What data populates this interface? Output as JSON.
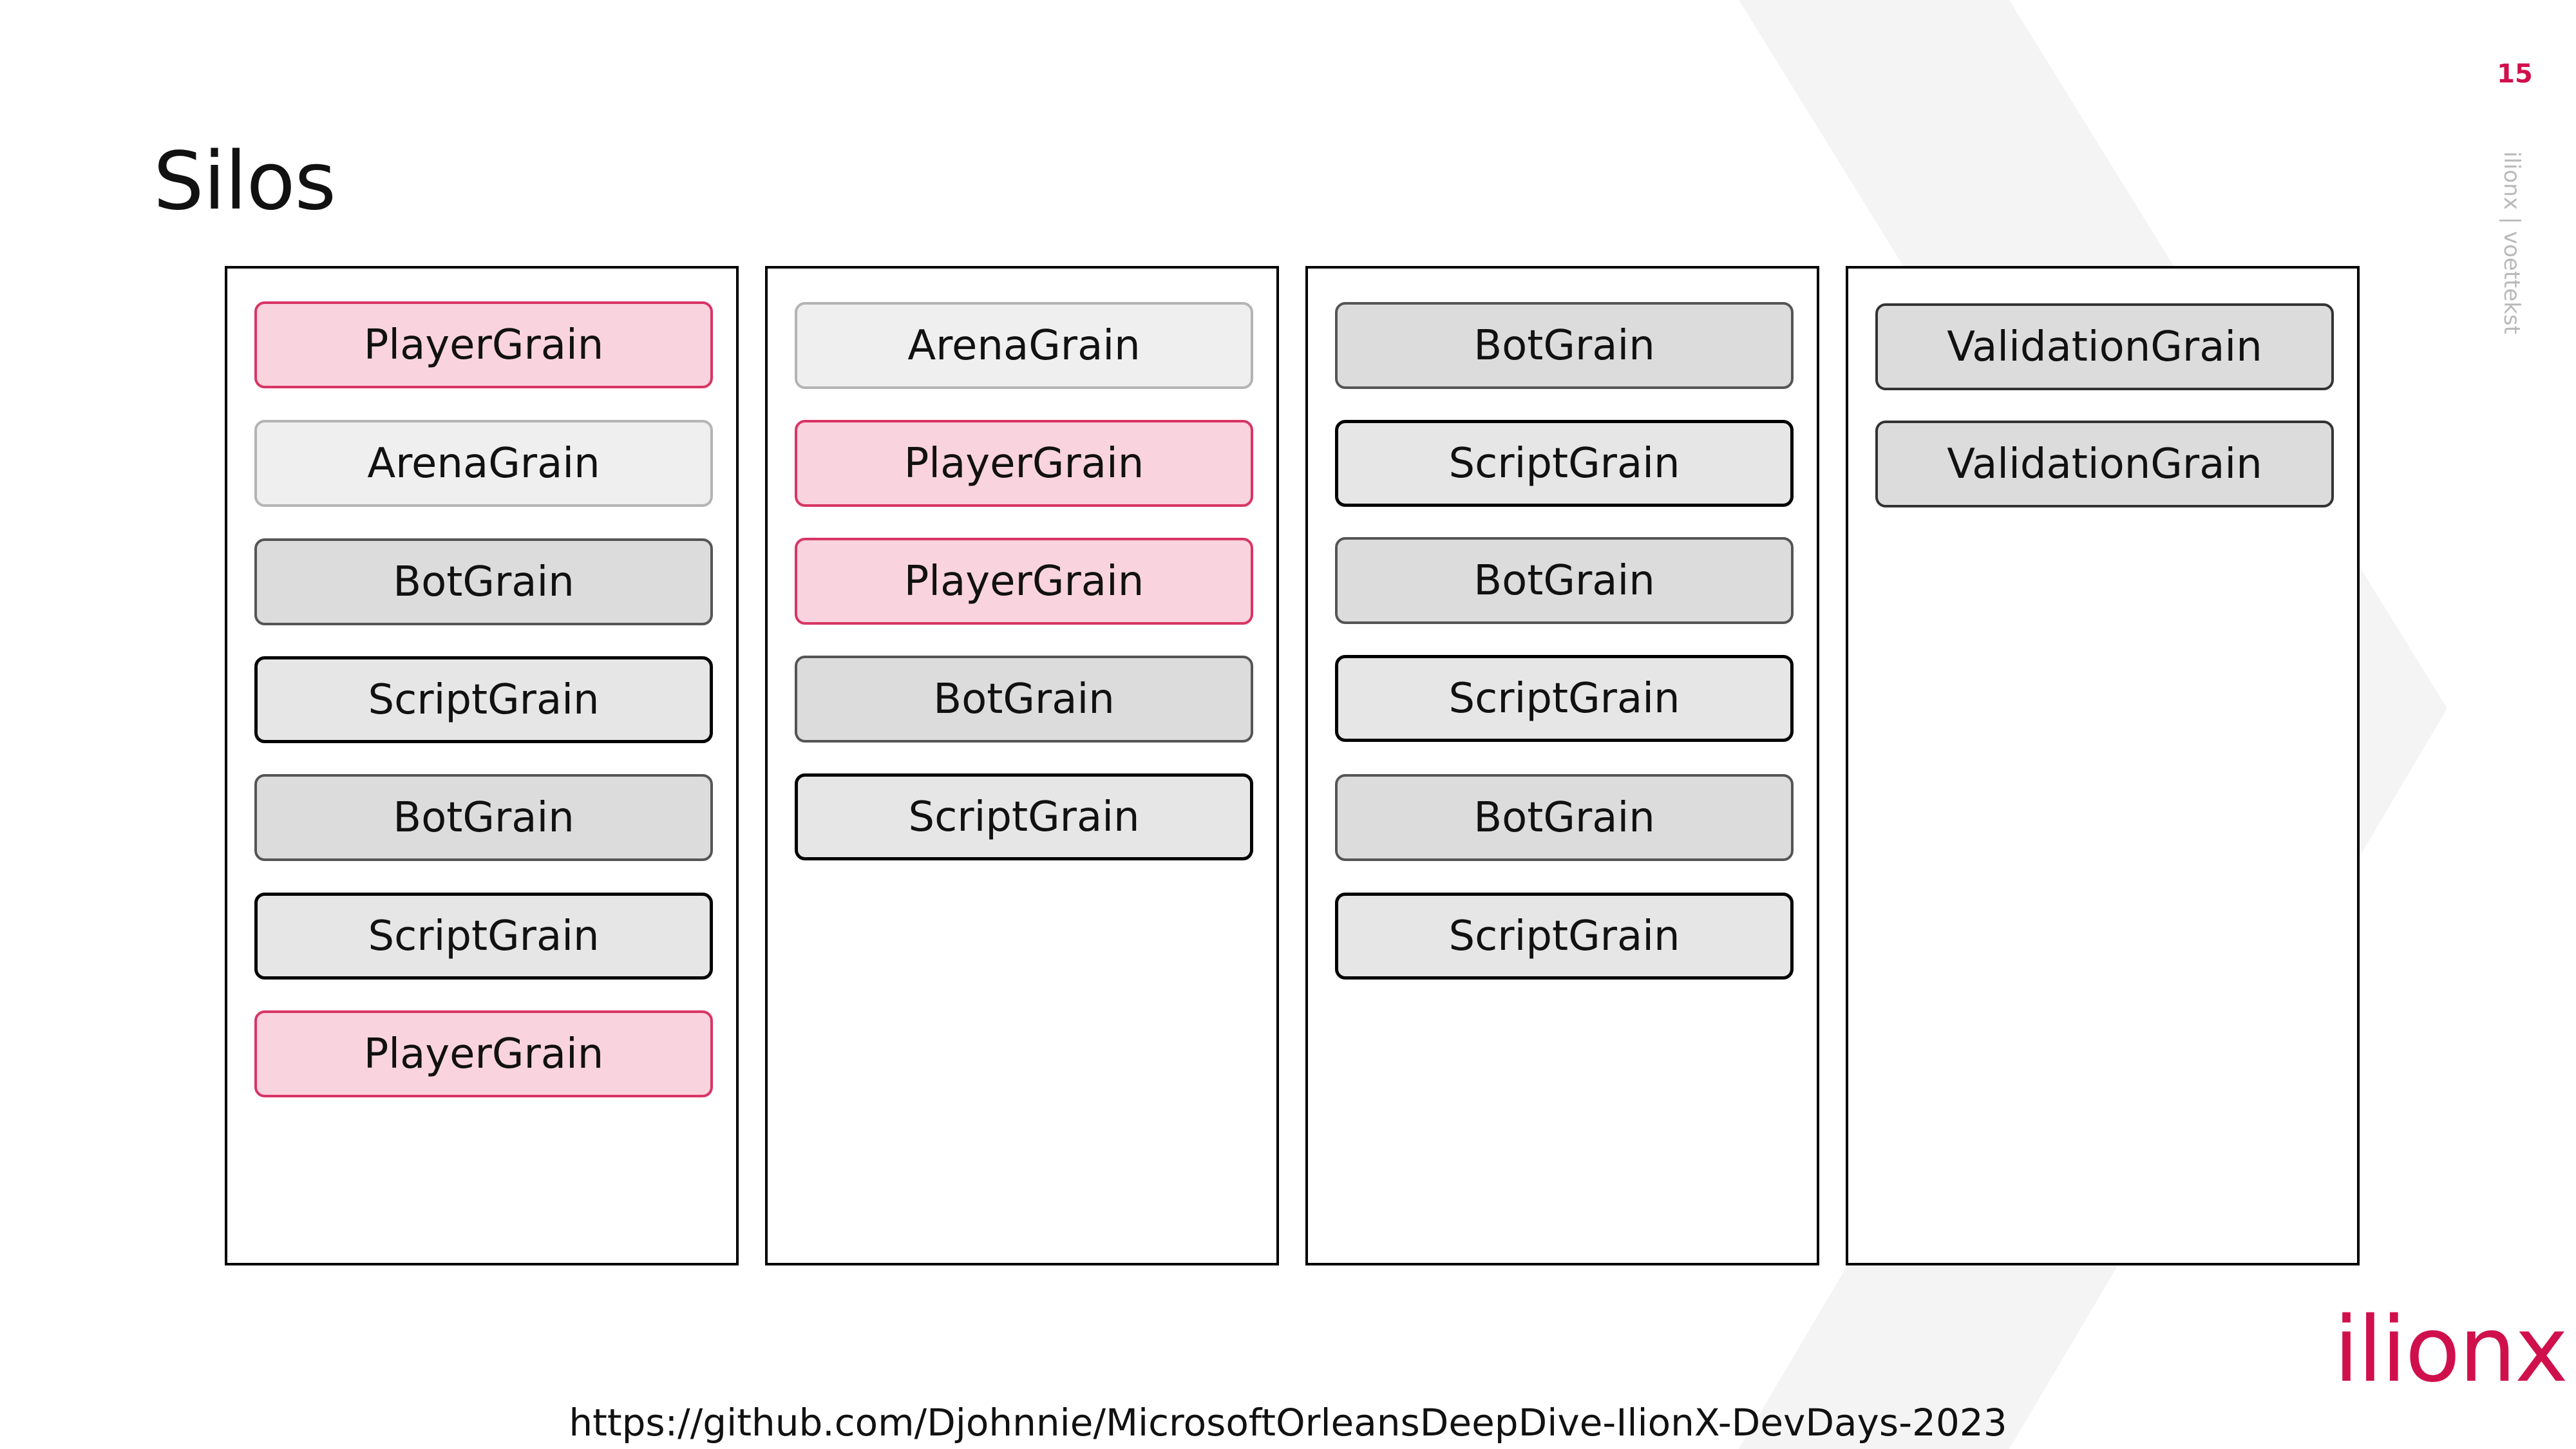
{
  "slide": {
    "page_number": "15",
    "footer": "ilionx | voettekst",
    "title": "Silos",
    "logo": "ilionx",
    "source_link": "https://github.com/Djohnnie/MicrosoftOrleansDeepDive-IlionX-DevDays-2023"
  },
  "colors": {
    "brand": "#d0104c",
    "player_fill": "#f9d3de",
    "arena_fill": "#efefef",
    "bot_fill": "#dcdcdc",
    "script_fill": "#e6e6e6",
    "validation_fill": "#dcdcdc"
  },
  "silos": [
    {
      "grains": [
        {
          "label": "PlayerGrain",
          "kind": "player"
        },
        {
          "label": "ArenaGrain",
          "kind": "arena"
        },
        {
          "label": "BotGrain",
          "kind": "bot"
        },
        {
          "label": "ScriptGrain",
          "kind": "script"
        },
        {
          "label": "BotGrain",
          "kind": "bot"
        },
        {
          "label": "ScriptGrain",
          "kind": "script"
        },
        {
          "label": "PlayerGrain",
          "kind": "player"
        }
      ]
    },
    {
      "grains": [
        {
          "label": "ArenaGrain",
          "kind": "arena"
        },
        {
          "label": "PlayerGrain",
          "kind": "player"
        },
        {
          "label": "PlayerGrain",
          "kind": "player"
        },
        {
          "label": "BotGrain",
          "kind": "bot"
        },
        {
          "label": "ScriptGrain",
          "kind": "script"
        }
      ]
    },
    {
      "grains": [
        {
          "label": "BotGrain",
          "kind": "bot"
        },
        {
          "label": "ScriptGrain",
          "kind": "script"
        },
        {
          "label": "BotGrain",
          "kind": "bot"
        },
        {
          "label": "ScriptGrain",
          "kind": "script"
        },
        {
          "label": "BotGrain",
          "kind": "bot"
        },
        {
          "label": "ScriptGrain",
          "kind": "script"
        }
      ]
    },
    {
      "grains": [
        {
          "label": "ValidationGrain",
          "kind": "validation"
        },
        {
          "label": "ValidationGrain",
          "kind": "validation"
        }
      ]
    }
  ]
}
